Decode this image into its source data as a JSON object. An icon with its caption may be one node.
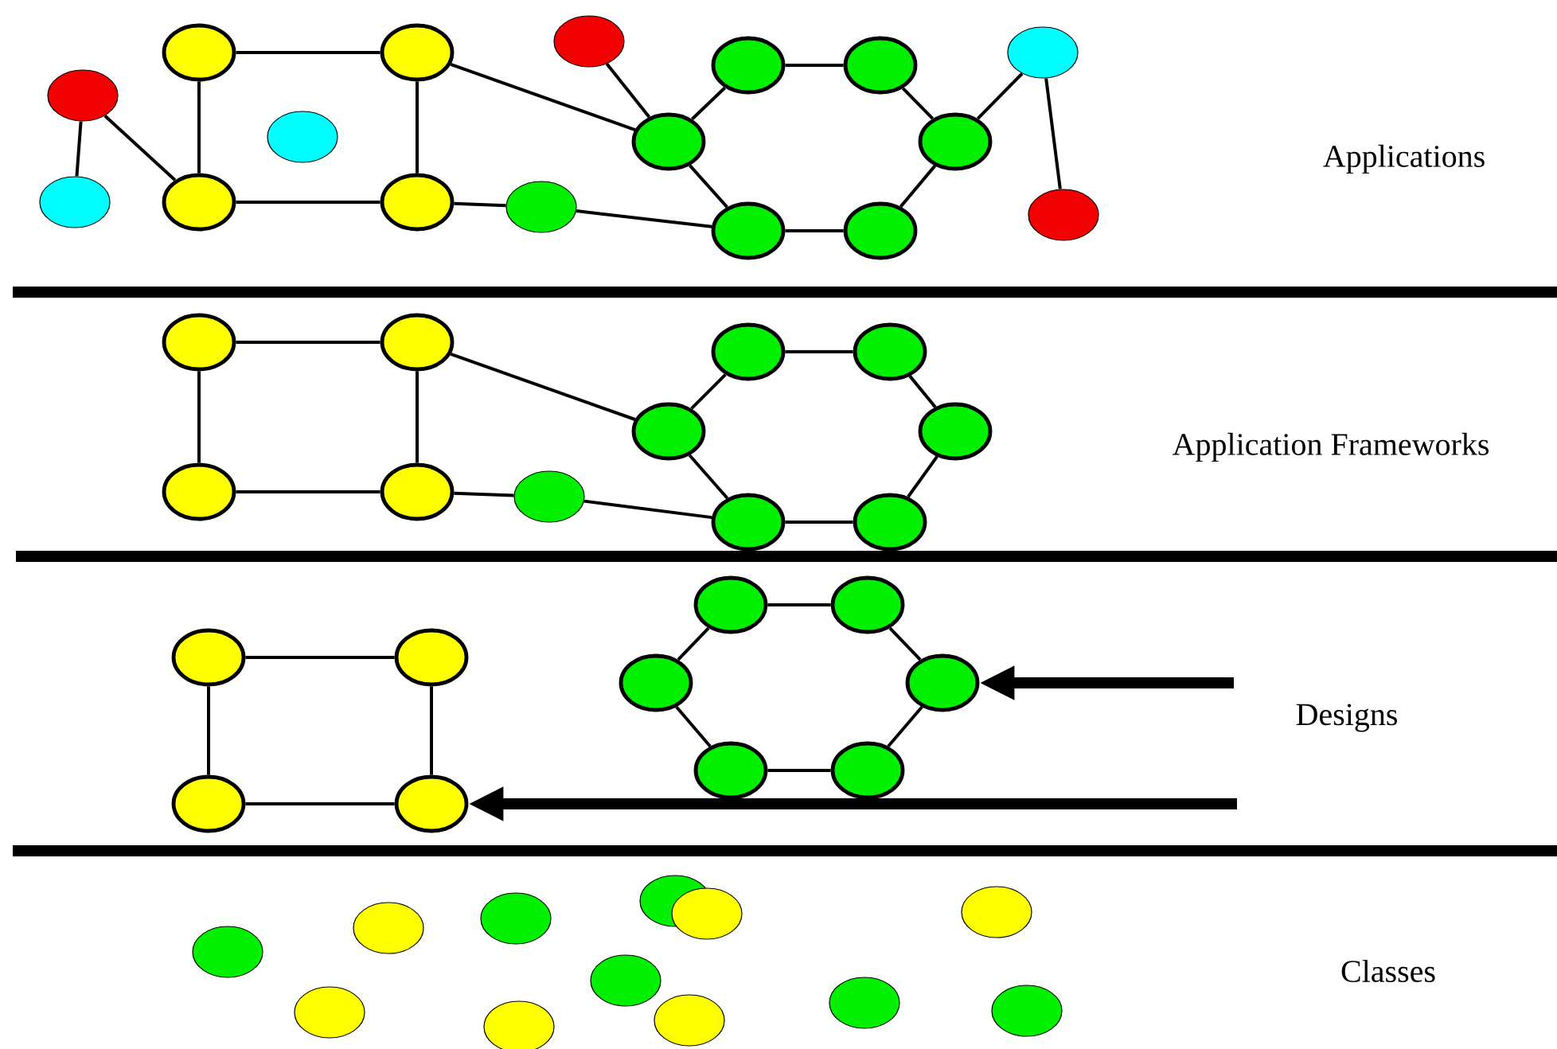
{
  "diagram": {
    "nodes": [
      {
        "text": [],
        "shape": "circle"
      },
      {
        "text": [],
        "shape": "circle"
      },
      {
        "text": [],
        "shape": "circle"
      },
      {
        "text": [],
        "shape": "circle"
      },
      {
        "text": [],
        "shape": "circle"
      },
      {
        "text": [],
        "shape": "circle"
      },
      {
        "text": [],
        "shape": "circle"
      },
      {
        "text": [],
        "shape": "circle"
      },
      {
        "text": [],
        "shape": "circle"
      },
      {
        "text": [],
        "shape": "circle"
      },
      {
        "text": [],
        "shape": "circle"
      },
      {
        "text": [],
        "shape": "circle"
      },
      {
        "text": [],
        "shape": "circle"
      },
      {
        "text": [],
        "shape": "circle"
      },
      {
        "text": [],
        "shape": "circle"
      },
      {
        "text": [],
        "shape": "circle"
      },
      {
        "text": [],
        "shape": "circle"
      },
      {
        "text": [],
        "shape": "circle"
      },
      {
        "text": [],
        "shape": "circle"
      },
      {
        "text": [],
        "shape": "circle"
      },
      {
        "text": [],
        "shape": "circle"
      },
      {
        "text": [],
        "shape": "circle"
      },
      {
        "text": [],
        "shape": "circle"
      },
      {
        "text": [],
        "shape": "circle"
      },
      {
        "text": [],
        "shape": "circle"
      },
      {
        "text": [],
        "shape": "circle"
      },
      {
        "text": [],
        "shape": "circle"
      },
      {
        "text": [],
        "shape": "circle"
      },
      {
        "text": [],
        "shape": "circle"
      },
      {
        "text": [],
        "shape": "circle"
      },
      {
        "text": [],
        "shape": "circle"
      },
      {
        "text": [],
        "shape": "circle"
      },
      {
        "text": [],
        "shape": "circle"
      },
      {
        "text": [],
        "shape": "circle"
      },
      {
        "text": [],
        "shape": "circle"
      },
      {
        "text": [],
        "shape": "circle"
      },
      {
        "text": [],
        "shape": "circle"
      },
      {
        "text": [],
        "shape": "circle"
      },
      {
        "text": [],
        "shape": "circle"
      },
      {
        "text": [],
        "shape": "circle"
      },
      {
        "text": [],
        "shape": "circle"
      },
      {
        "text": [],
        "shape": "circle"
      },
      {
        "text": [],
        "shape": "circle"
      },
      {
        "text": [],
        "shape": "circle"
      },
      {
        "text": [],
        "shape": "circle"
      },
      {
        "text": [],
        "shape": "circle"
      },
      {
        "text": [],
        "shape": "circle"
      },
      {
        "text": [],
        "shape": "circle"
      },
      {
        "text": [],
        "shape": "circle"
      },
      {
        "text": [],
        "shape": "circle"
      }
    ],
    "edges": [
      {
        "from": 0,
        "to": 1,
        "arrow": "none"
      },
      {
        "from": 0,
        "to": 5,
        "arrow": "none"
      },
      {
        "from": 2,
        "to": 3,
        "arrow": "none"
      },
      {
        "from": 2,
        "to": 5,
        "arrow": "none"
      },
      {
        "from": 3,
        "to": 6,
        "arrow": "none"
      },
      {
        "from": 5,
        "to": 6,
        "arrow": "none"
      },
      {
        "from": 3,
        "to": 10,
        "arrow": "none"
      },
      {
        "from": 6,
        "to": 12,
        "arrow": "none"
      },
      {
        "from": 12,
        "to": 13,
        "arrow": "none"
      },
      {
        "from": 7,
        "to": 10,
        "arrow": "none"
      },
      {
        "from": 10,
        "to": 8,
        "arrow": "none"
      },
      {
        "from": 8,
        "to": 9,
        "arrow": "none"
      },
      {
        "from": 9,
        "to": 11,
        "arrow": "none"
      },
      {
        "from": 11,
        "to": 14,
        "arrow": "none"
      },
      {
        "from": 14,
        "to": 13,
        "arrow": "none"
      },
      {
        "from": 13,
        "to": 10,
        "arrow": "none"
      },
      {
        "from": 11,
        "to": 15,
        "arrow": "none"
      },
      {
        "from": 15,
        "to": 16,
        "arrow": "none"
      },
      {
        "from": 17,
        "to": 18,
        "arrow": "none"
      },
      {
        "from": 17,
        "to": 23,
        "arrow": "none"
      },
      {
        "from": 18,
        "to": 24,
        "arrow": "none"
      },
      {
        "from": 23,
        "to": 24,
        "arrow": "none"
      },
      {
        "from": 18,
        "to": 21,
        "arrow": "none"
      },
      {
        "from": 24,
        "to": 25,
        "arrow": "none"
      },
      {
        "from": 25,
        "to": 26,
        "arrow": "none"
      },
      {
        "from": 21,
        "to": 19,
        "arrow": "none"
      },
      {
        "from": 19,
        "to": 20,
        "arrow": "none"
      },
      {
        "from": 20,
        "to": 22,
        "arrow": "none"
      },
      {
        "from": 22,
        "to": 27,
        "arrow": "none"
      },
      {
        "from": 27,
        "to": 26,
        "arrow": "none"
      },
      {
        "from": 26,
        "to": 21,
        "arrow": "none"
      },
      {
        "from": 30,
        "to": 31,
        "arrow": "none"
      },
      {
        "from": 30,
        "to": 36,
        "arrow": "none"
      },
      {
        "from": 31,
        "to": 37,
        "arrow": "none"
      },
      {
        "from": 36,
        "to": 37,
        "arrow": "none"
      },
      {
        "from": 28,
        "to": 29,
        "arrow": "none"
      },
      {
        "from": 28,
        "to": 32,
        "arrow": "none"
      },
      {
        "from": 29,
        "to": 33,
        "arrow": "none"
      },
      {
        "from": 33,
        "to": 35,
        "arrow": "none"
      },
      {
        "from": 35,
        "to": 34,
        "arrow": "none"
      },
      {
        "from": 34,
        "to": 32,
        "arrow": "none"
      },
      {
        "from": null,
        "to": 33,
        "arrow": "to",
        "style": "thick"
      },
      {
        "from": null,
        "to": 37,
        "arrow": "to",
        "style": "thick"
      }
    ],
    "labels": [
      "Applications",
      "Application Frameworks",
      "Designs",
      "Classes"
    ]
  }
}
